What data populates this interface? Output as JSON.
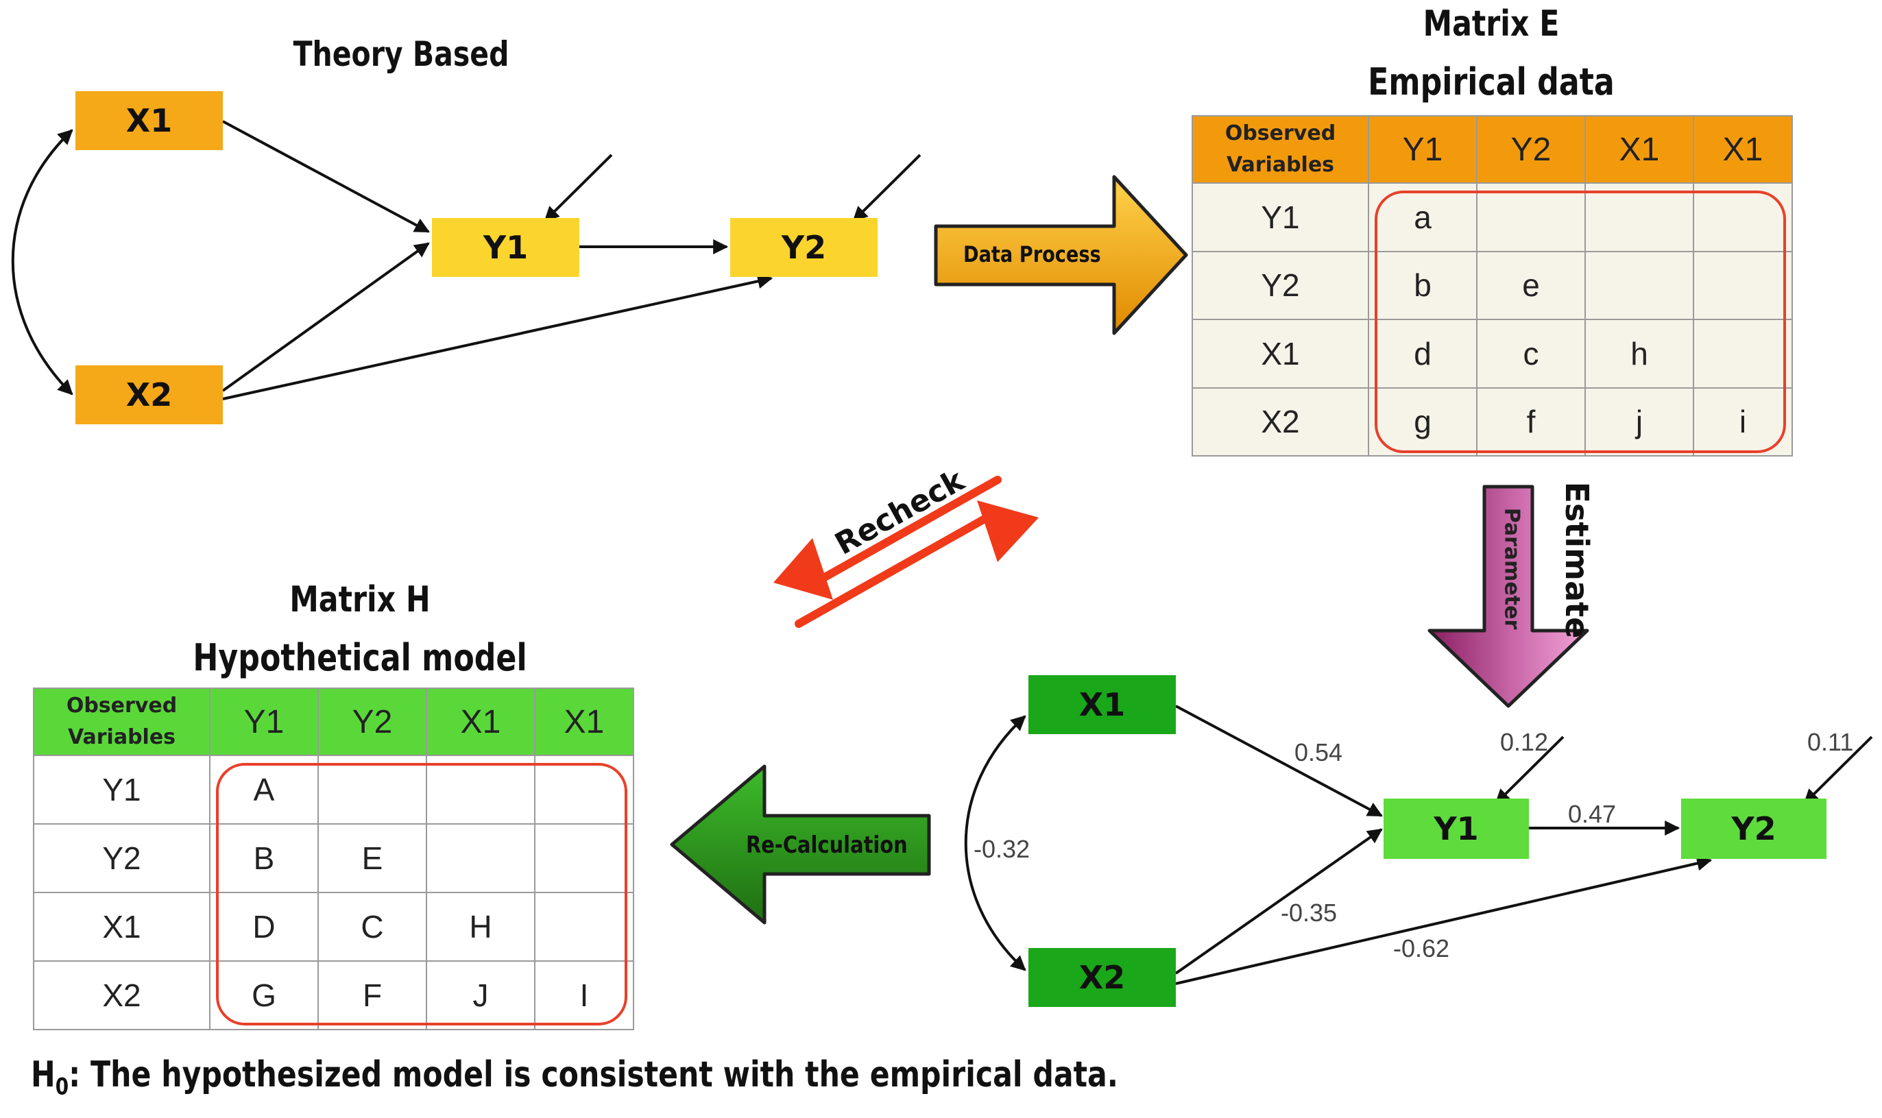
{
  "theory_model": {
    "title": "Theory Based",
    "nodes": {
      "x1": "X1",
      "x2": "X2",
      "y1": "Y1",
      "y2": "Y2"
    }
  },
  "matrix_e": {
    "title_line1": "Matrix E",
    "title_line2": "Empirical data",
    "corner_label_line1": "Observed",
    "corner_label_line2": "Variables",
    "columns": [
      "Y1",
      "Y2",
      "X1",
      "X1"
    ],
    "rows": [
      {
        "label": "Y1",
        "cells": [
          "a",
          "",
          "",
          ""
        ]
      },
      {
        "label": "Y2",
        "cells": [
          "b",
          "e",
          "",
          ""
        ]
      },
      {
        "label": "X1",
        "cells": [
          "d",
          "c",
          "h",
          ""
        ]
      },
      {
        "label": "X2",
        "cells": [
          "g",
          "f",
          "j",
          "i"
        ]
      }
    ]
  },
  "matrix_h": {
    "title_line1": "Matrix H",
    "title_line2": "Hypothetical model",
    "corner_label_line1": "Observed",
    "corner_label_line2": "Variables",
    "columns": [
      "Y1",
      "Y2",
      "X1",
      "X1"
    ],
    "rows": [
      {
        "label": "Y1",
        "cells": [
          "A",
          "",
          "",
          ""
        ]
      },
      {
        "label": "Y2",
        "cells": [
          "B",
          "E",
          "",
          ""
        ]
      },
      {
        "label": "X1",
        "cells": [
          "D",
          "C",
          "H",
          ""
        ]
      },
      {
        "label": "X2",
        "cells": [
          "G",
          "F",
          "J",
          "I"
        ]
      }
    ]
  },
  "process_arrows": {
    "data_process": "Data Process",
    "recheck": "Recheck",
    "estimate": "Estimate",
    "parameter": "Parameter",
    "re_calculation": "Re-Calculation"
  },
  "estimated_model": {
    "nodes": {
      "x1": "X1",
      "x2": "X2",
      "y1": "Y1",
      "y2": "Y2"
    },
    "coefficients": {
      "x1_y1": "0.54",
      "x2_y1": "-0.35",
      "x2_y2": "-0.62",
      "y1_y2": "0.47",
      "x1_x2": "-0.32",
      "error_y1": "0.12",
      "error_y2": "0.11"
    }
  },
  "hypothesis": {
    "symbol": "H",
    "subscript": "0",
    "text": ": The hypothesized model is consistent with the empirical data."
  },
  "colors": {
    "orange": "#f5a818",
    "yellow": "#fbd52e",
    "dark_green": "#1aa71a",
    "light_green": "#5edc3c",
    "red": "#e8402a",
    "magenta": "#b03b86"
  }
}
